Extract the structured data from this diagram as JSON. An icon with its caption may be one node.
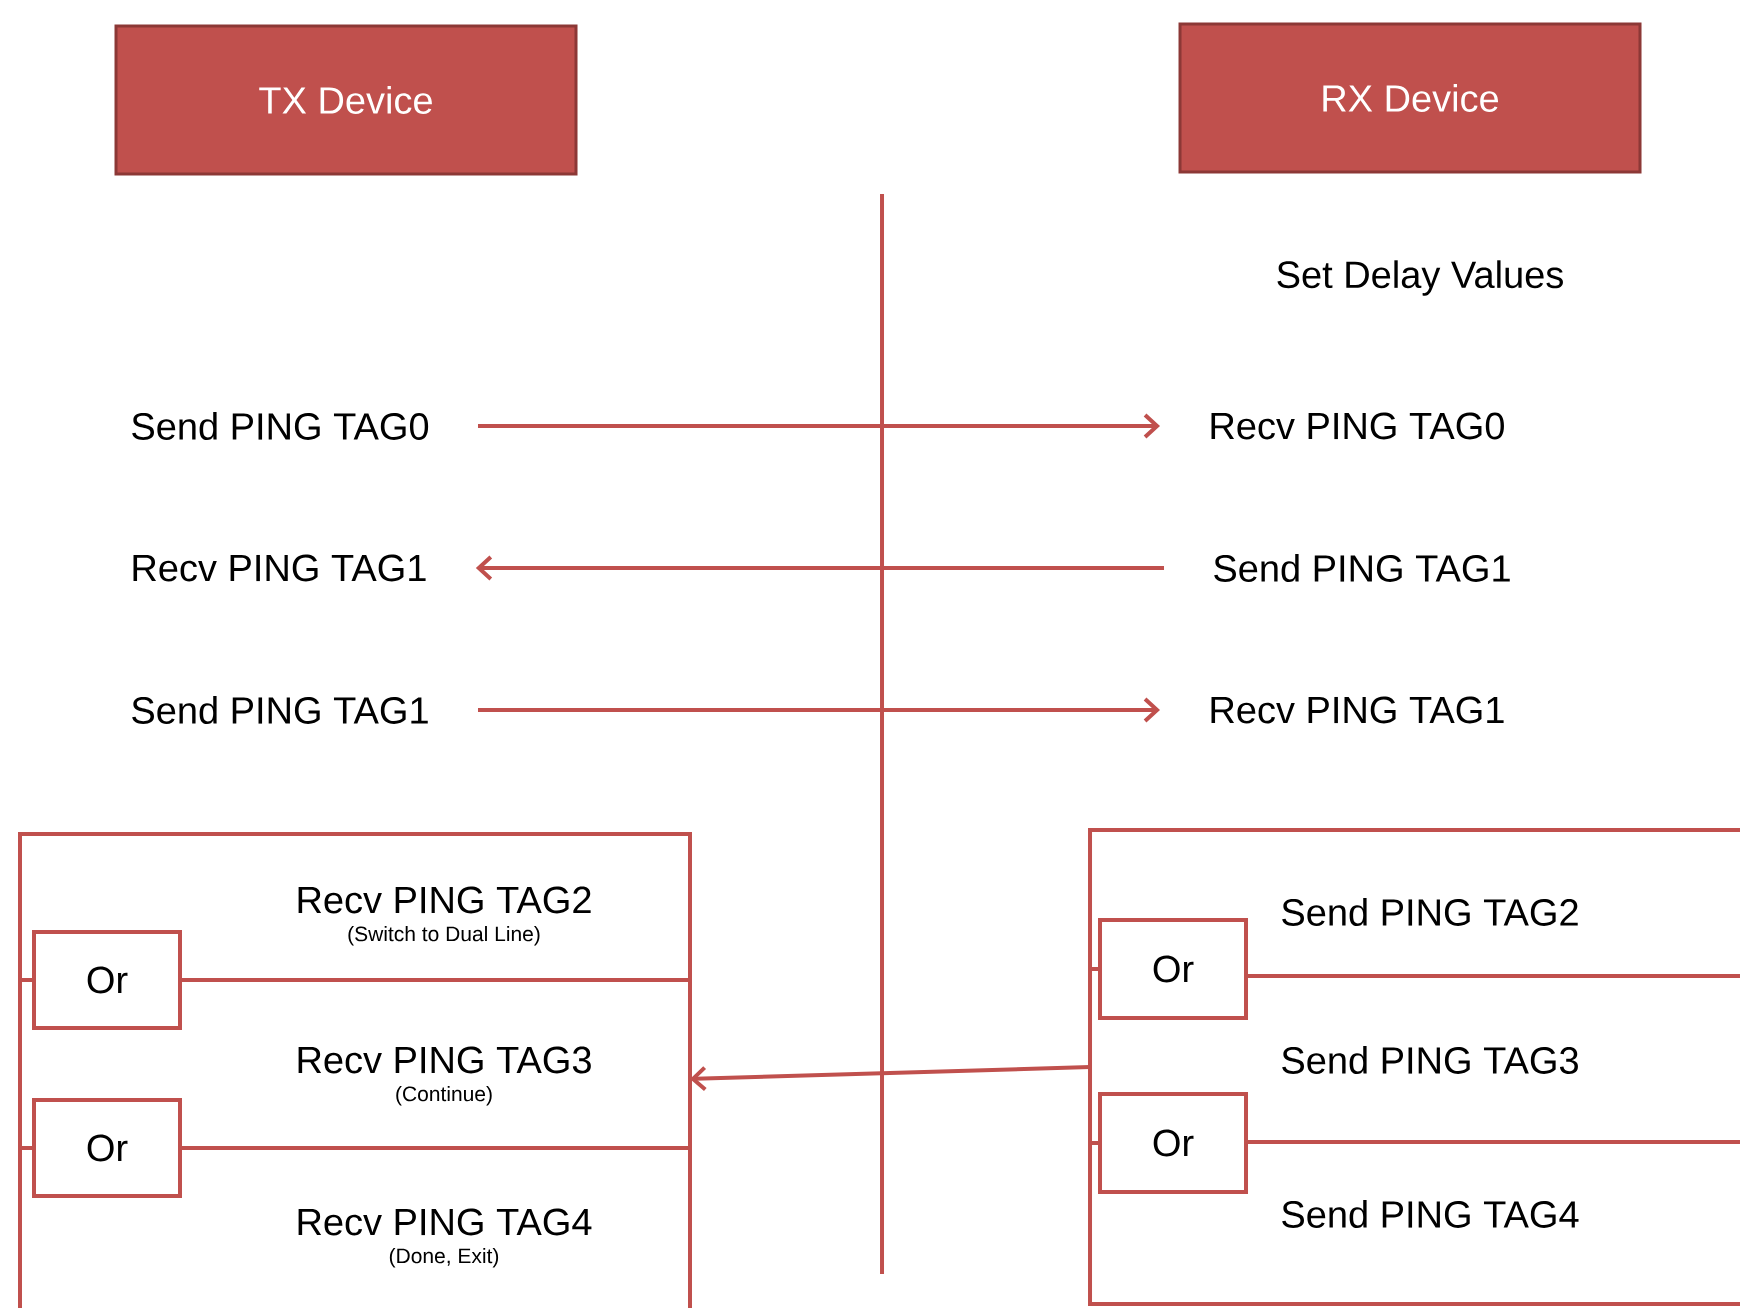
{
  "diagram": {
    "nodes": [
      {
        "text": [
          "TX Device"
        ]
      },
      {
        "text": [
          "RX Device"
        ]
      },
      {
        "text": [
          "Set Delay Values"
        ]
      },
      {
        "text": [
          "Send PING TAG0"
        ]
      },
      {
        "text": [
          "Recv PING TAG0"
        ]
      },
      {
        "text": [
          "Recv PING TAG1"
        ]
      },
      {
        "text": [
          "Send PING TAG1"
        ]
      },
      {
        "text": [
          "Send PING TAG1"
        ]
      },
      {
        "text": [
          "Recv PING TAG1"
        ]
      },
      {
        "text": [],
        "shape": "box"
      },
      {
        "text": [
          "Recv PING TAG2",
          "(Switch to Dual Line)"
        ],
        "in": 9
      },
      {
        "text": [
          "Or"
        ],
        "in": 9
      },
      {
        "text": [
          "Recv PING TAG3",
          "(Continue)"
        ],
        "in": 9
      },
      {
        "text": [
          "Or"
        ],
        "in": 9
      },
      {
        "text": [
          "Recv PING TAG4",
          "(Done, Exit)"
        ],
        "in": 9
      },
      {
        "text": [],
        "shape": "box"
      },
      {
        "text": [
          "Send PING TAG2"
        ],
        "in": 15
      },
      {
        "text": [
          "Or"
        ],
        "in": 15
      },
      {
        "text": [
          "Send PING TAG3"
        ],
        "in": 15
      },
      {
        "text": [
          "Or"
        ],
        "in": 15
      },
      {
        "text": [
          "Send PING TAG4"
        ],
        "in": 15
      }
    ],
    "edges": [
      {
        "from": 3,
        "to": 4,
        "arrow": "to"
      },
      {
        "from": 6,
        "to": 5,
        "arrow": "to"
      },
      {
        "from": 7,
        "to": 8,
        "arrow": "to"
      },
      {
        "from": 15,
        "to": 9,
        "arrow": "to"
      }
    ]
  }
}
